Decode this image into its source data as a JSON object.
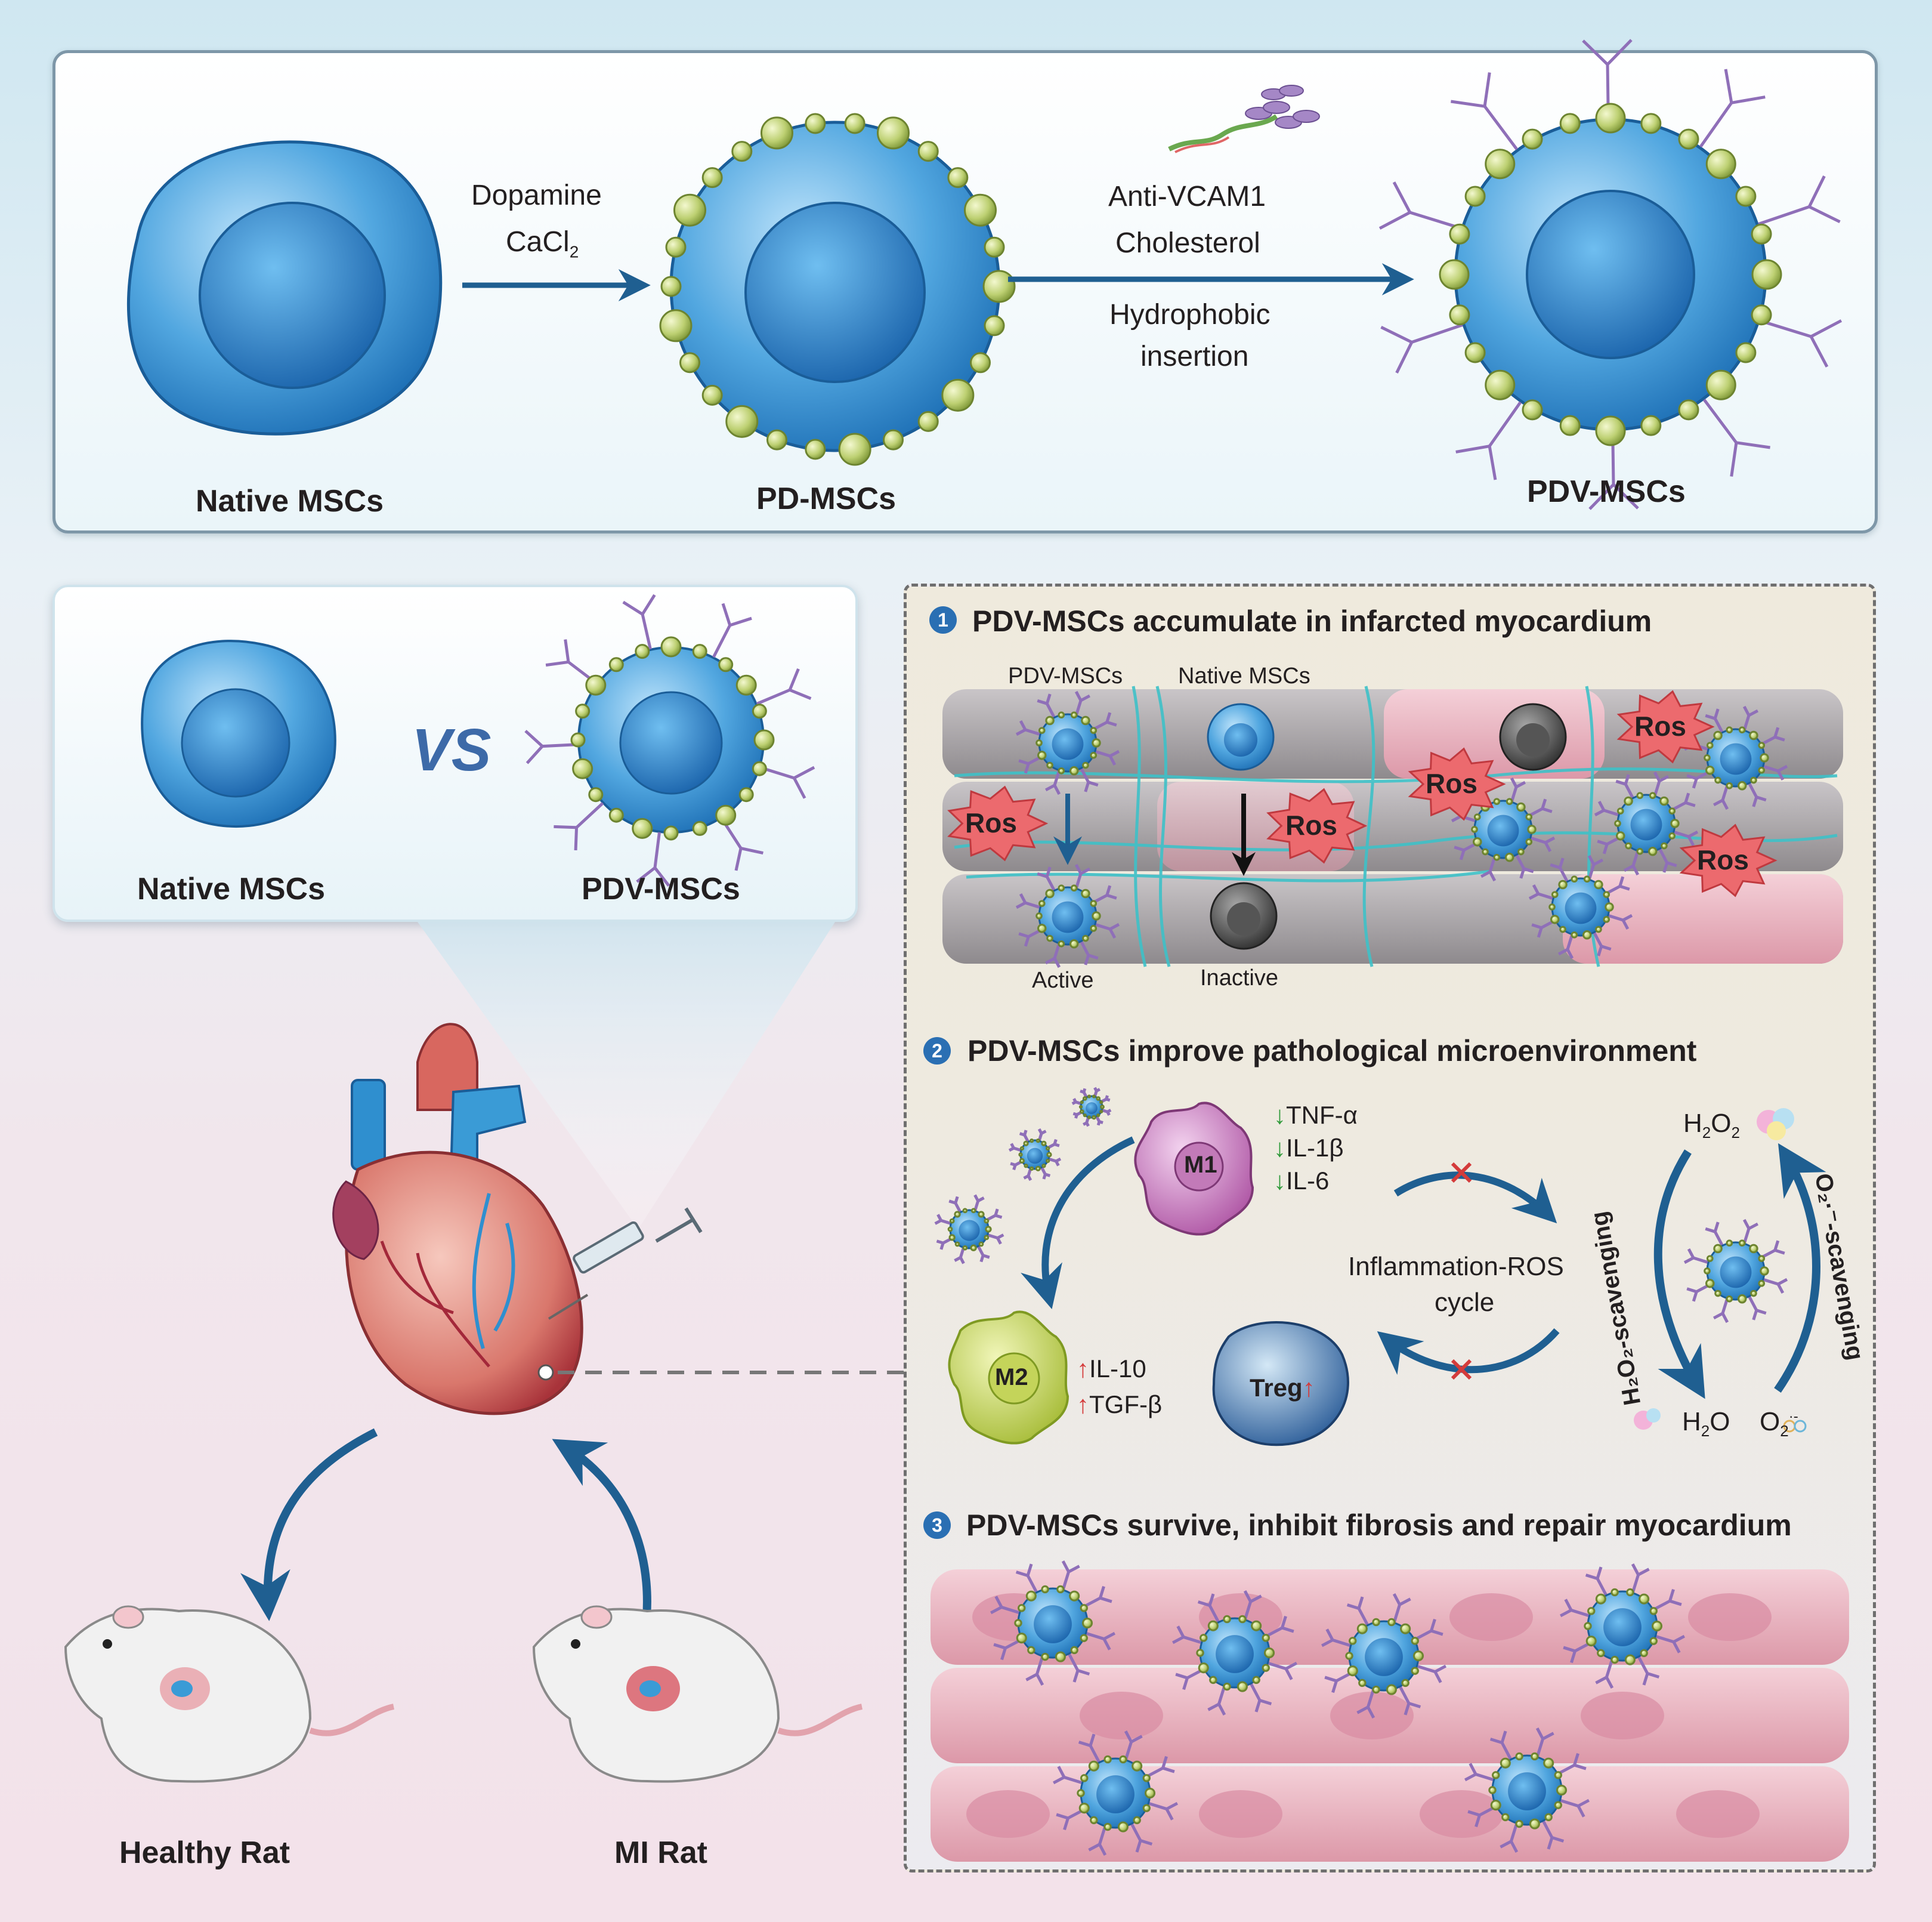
{
  "top": {
    "reagent1_line1": "Dopamine",
    "reagent1_line2": "CaCl",
    "reagent1_sub": "2",
    "reagent2_line1": "Anti-VCAM1",
    "reagent2_line2": "Cholesterol",
    "method_line1": "Hydrophobic",
    "method_line2": "insertion",
    "cell1": "Native MSCs",
    "cell2": "PD-MSCs",
    "cell3": "PDV-MSCs"
  },
  "compare": {
    "left": "Native MSCs",
    "vs": "VS",
    "right": "PDV-MSCs"
  },
  "rats": {
    "healthy": "Healthy Rat",
    "mi": "MI Rat"
  },
  "step1": {
    "num": "1",
    "title": "PDV-MSCs accumulate in infarcted myocardium",
    "label_pdv": "PDV-MSCs",
    "label_native": "Native MSCs",
    "label_active": "Active",
    "label_inactive": "Inactive",
    "ros": "Ros"
  },
  "step2": {
    "num": "2",
    "title": "PDV-MSCs improve pathological microenvironment",
    "m1": "M1",
    "m2": "M2",
    "treg": "Treg",
    "down1": "TNF-α",
    "down2": "IL-1β",
    "down3": "IL-6",
    "up1": "IL-10",
    "up2": "TGF-β",
    "cycle_line1": "Inflammation-ROS",
    "cycle_line2": "cycle",
    "h2o2": "H",
    "h2o2_sub1": "2",
    "h2o2_mid": "O",
    "h2o2_sub2": "2",
    "h2o": "H",
    "h2o_sub": "2",
    "h2o_end": "O",
    "o2": "O",
    "o2_sub": "2",
    "o2_sup": "·-",
    "left_arc": "H₂O₂-scavenging",
    "right_arc": "O₂·⁻-scavenging"
  },
  "step3": {
    "num": "3",
    "title": "PDV-MSCs survive, inhibit fibrosis and repair myocardium"
  },
  "colors": {
    "arrow_blue": "#1f5f91",
    "cell_blue": "#3d9ad6",
    "ros_red": "#e85a5f",
    "bead_green": "#b7cc66"
  }
}
